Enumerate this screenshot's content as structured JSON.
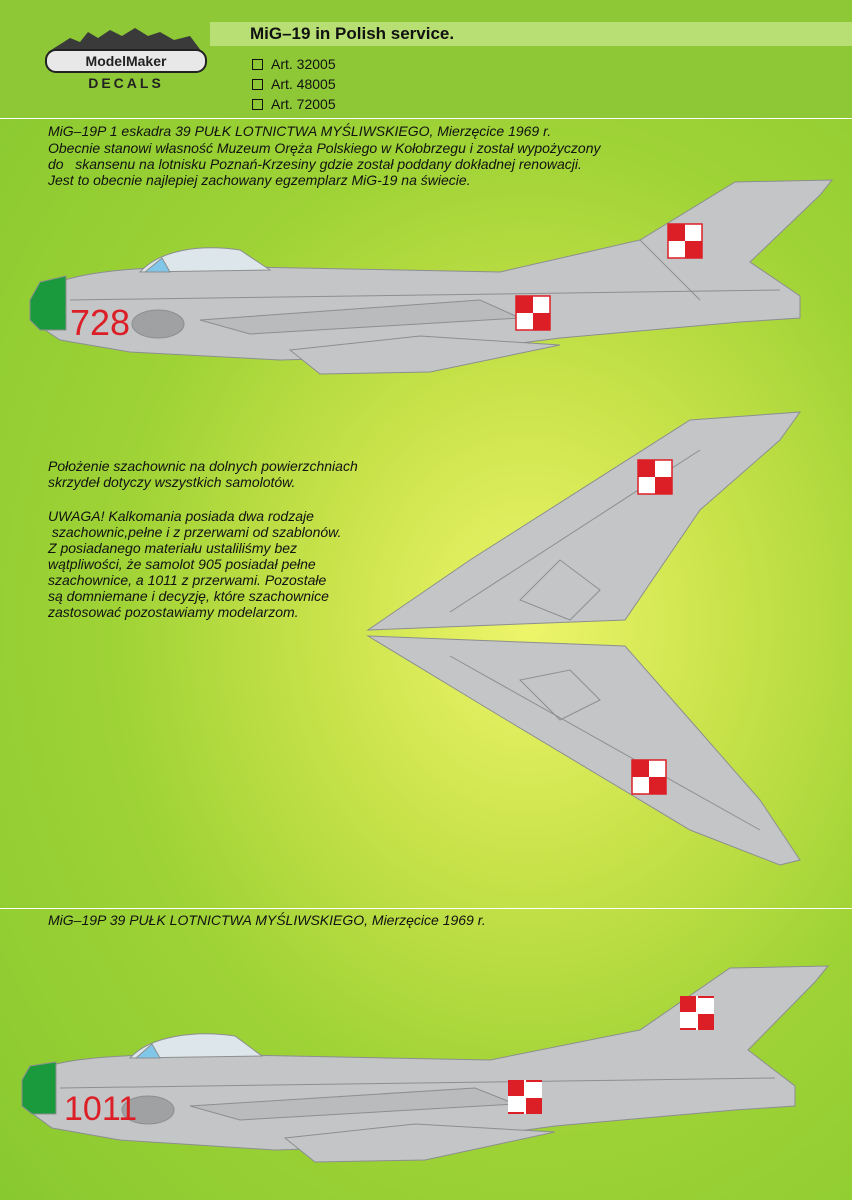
{
  "header": {
    "title": "MiG–19 in Polish service.",
    "articles": [
      "Art. 32005",
      "Art. 48005",
      "Art. 72005"
    ]
  },
  "logo": {
    "top": "ModelMaker",
    "bottom": "DECALS"
  },
  "aircraft1": {
    "caption": "MiG–19P 1 eskadra 39 PUŁK LOTNICTWA MYŚLIWSKIEGO, Mierzęcice 1969 r.",
    "description": [
      "Obecnie stanowi własność Muzeum Oręża Polskiego w Kołobrzegu i został wypożyczony",
      "do   skansenu na lotnisku Poznań-Krzesiny gdzie został poddany dokładnej renowacji.",
      "Jest to obecnie najlepiej zachowany egzemplarz MiG-19 na świecie."
    ],
    "number": "728"
  },
  "wing_note": {
    "lines": [
      "Położenie szachownic na dolnych powierzchniach",
      "skrzydeł dotyczy wszystkich samolotów."
    ]
  },
  "warning": {
    "lines": [
      "UWAGA! Kalkomania posiada dwa rodzaje",
      " szachownic,pełne i z przerwami od szablonów.",
      "Z posiadanego materiału ustaliliśmy bez",
      "wątpliwości, że samolot 905 posiadał pełne",
      "szachownice, a 1011 z przerwami. Pozostałe",
      "są domniemane i decyzję, które szachownice",
      "zastosować pozostawiamy modelarzom."
    ]
  },
  "aircraft2": {
    "caption": "MiG–19P 39 PUŁK LOTNICTWA MYŚLIWSKIEGO, Mierzęcice 1969 r.",
    "number": "1011"
  },
  "colors": {
    "background": "#9fd336",
    "aircraft": "#c3c5c7",
    "marking": "#dc1f26",
    "nose": "#1a9a3c"
  }
}
